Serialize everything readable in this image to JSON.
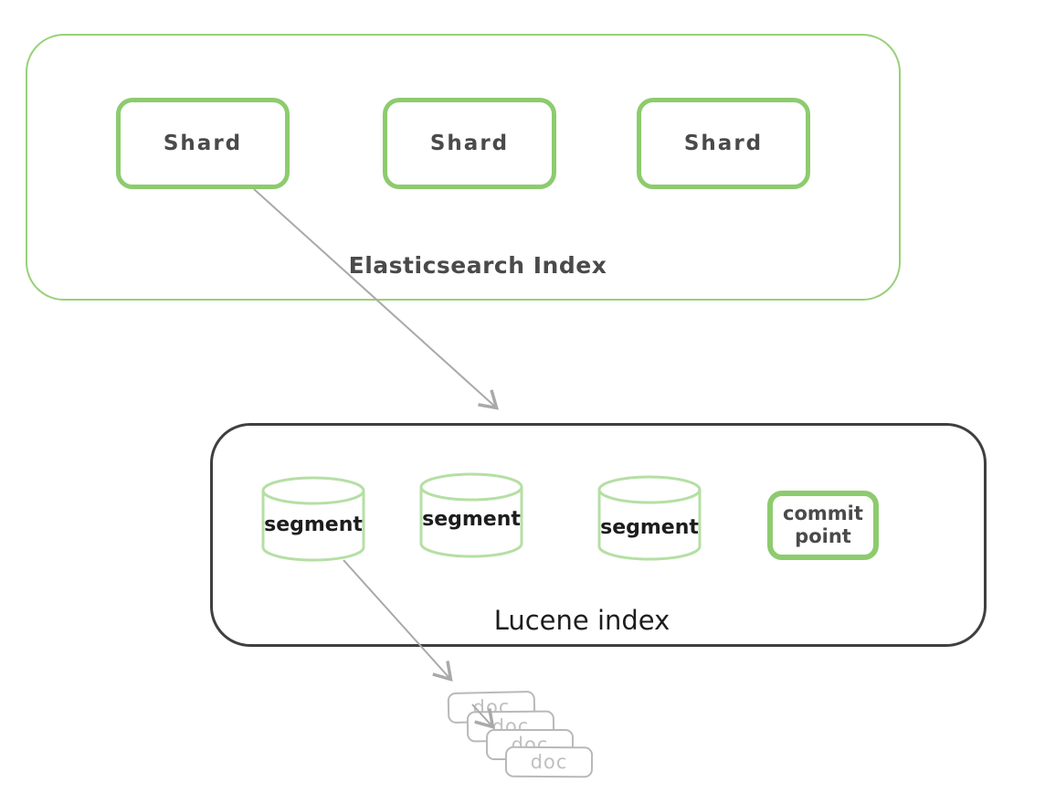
{
  "elasticsearch": {
    "label": "Elasticsearch Index",
    "shards": [
      {
        "label": "Shard"
      },
      {
        "label": "Shard"
      },
      {
        "label": "Shard"
      }
    ]
  },
  "lucene": {
    "label": "Lucene index",
    "segments": [
      {
        "label": "segment"
      },
      {
        "label": "segment"
      },
      {
        "label": "segment"
      }
    ],
    "commit_point": {
      "label": "commit point"
    }
  },
  "docs": [
    {
      "label": "doc"
    },
    {
      "label": "doc"
    },
    {
      "label": "doc"
    },
    {
      "label": "doc"
    }
  ],
  "edges": [
    {
      "from": "shard-1",
      "to": "lucene-index-container"
    },
    {
      "from": "segment-1",
      "to": "doc-stack"
    }
  ],
  "colors": {
    "green-strong": "#8dcb6e",
    "green-outline": "#97d178",
    "green-light": "#b5dfa4",
    "dark-stroke": "#3f3f3f",
    "text-dark": "#4a4a4a",
    "text-black": "#1d1d1d",
    "gray-arrow": "#a9a9a9",
    "gray-doc": "#b9b9b9",
    "doc-text": "#c0c0c0"
  }
}
